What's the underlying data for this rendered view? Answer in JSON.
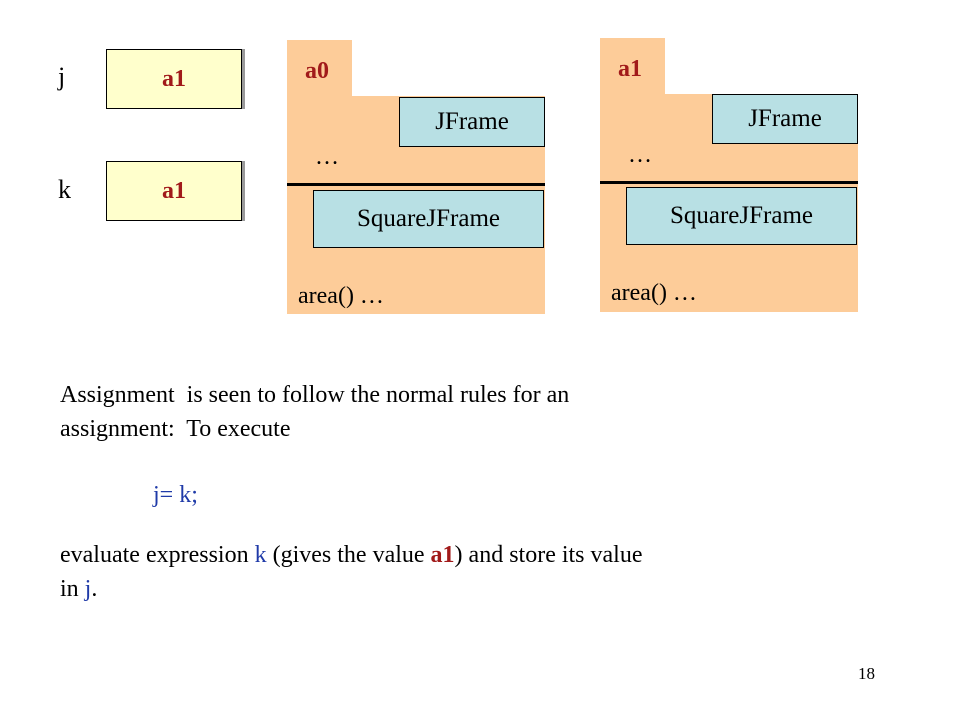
{
  "variables": [
    {
      "name": "j",
      "value": "a1"
    },
    {
      "name": "k",
      "value": "a1"
    }
  ],
  "objects": [
    {
      "name": "a0",
      "ellipsis": "…",
      "superclass": "JFrame",
      "subclass": "SquareJFrame",
      "methods": "area() …"
    },
    {
      "name": "a1",
      "ellipsis": "…",
      "superclass": "JFrame",
      "subclass": "SquareJFrame",
      "methods": "area() …"
    }
  ],
  "text": {
    "line1": "Assignment  is seen to follow the normal rules for an",
    "line2": "assignment:  To execute",
    "code": "j= k;",
    "p2_a": "evaluate expression ",
    "p2_k": "k",
    "p2_b": " (gives the value ",
    "p2_a1": "a1",
    "p2_c": ") and store its value",
    "p2_d": "in ",
    "p2_j": "j",
    "p2_e": "."
  },
  "slide_number": "18",
  "colors": {
    "object_fill": "#fdcc99",
    "part_fill": "#b8e0e4",
    "var_fill": "#ffffcc",
    "code_blue": "#1f3aa8",
    "value_red": "#a11a1a"
  }
}
